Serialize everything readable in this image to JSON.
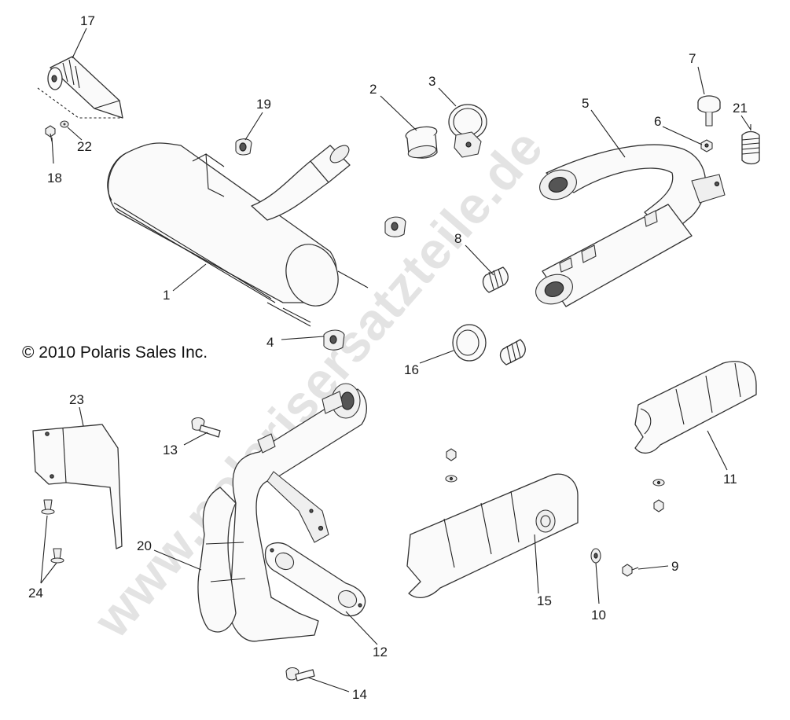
{
  "diagram": {
    "copyright": "© 2010 Polaris Sales Inc.",
    "watermark": "www.polarisersatzteile.de",
    "callouts": [
      "1",
      "2",
      "3",
      "4",
      "5",
      "6",
      "7",
      "8",
      "9",
      "10",
      "11",
      "12",
      "13",
      "14",
      "15",
      "16",
      "17",
      "18",
      "19",
      "20",
      "21",
      "22",
      "23",
      "24"
    ]
  }
}
